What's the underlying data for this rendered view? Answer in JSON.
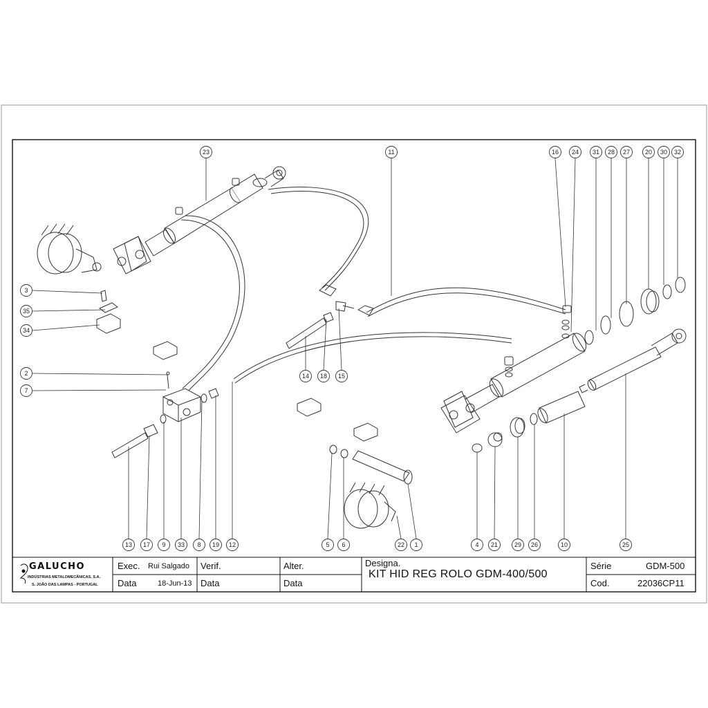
{
  "callouts": [
    {
      "id": "23",
      "label": "23"
    },
    {
      "id": "11",
      "label": "11"
    },
    {
      "id": "16",
      "label": "16"
    },
    {
      "id": "24",
      "label": "24"
    },
    {
      "id": "31",
      "label": "31"
    },
    {
      "id": "28",
      "label": "28"
    },
    {
      "id": "27",
      "label": "27"
    },
    {
      "id": "20",
      "label": "20"
    },
    {
      "id": "30",
      "label": "30"
    },
    {
      "id": "32",
      "label": "32"
    },
    {
      "id": "3",
      "label": "3"
    },
    {
      "id": "35",
      "label": "35"
    },
    {
      "id": "34",
      "label": "34"
    },
    {
      "id": "2",
      "label": "2"
    },
    {
      "id": "7",
      "label": "7"
    },
    {
      "id": "14",
      "label": "14"
    },
    {
      "id": "18",
      "label": "18"
    },
    {
      "id": "15",
      "label": "15"
    },
    {
      "id": "13",
      "label": "13"
    },
    {
      "id": "17",
      "label": "17"
    },
    {
      "id": "9",
      "label": "9"
    },
    {
      "id": "33",
      "label": "33"
    },
    {
      "id": "8",
      "label": "8"
    },
    {
      "id": "19",
      "label": "19"
    },
    {
      "id": "12",
      "label": "12"
    },
    {
      "id": "5",
      "label": "5"
    },
    {
      "id": "6",
      "label": "6"
    },
    {
      "id": "22",
      "label": "22"
    },
    {
      "id": "1",
      "label": "1"
    },
    {
      "id": "4",
      "label": "4"
    },
    {
      "id": "21",
      "label": "21"
    },
    {
      "id": "29",
      "label": "29"
    },
    {
      "id": "26",
      "label": "26"
    },
    {
      "id": "10",
      "label": "10"
    },
    {
      "id": "25",
      "label": "25"
    }
  ],
  "title_block": {
    "company_name": "GALUCHO",
    "company_line1": "INDÚSTRIAS METALOMECÂNICAS, S.A.",
    "company_line2": "S. JOÃO DAS LAMPAS - PORTUGAL",
    "exec_label": "Exec.",
    "exec_value": "Rui Salgado",
    "data_label": "Data",
    "data_value": "18-Jun-13",
    "verif_label": "Verif.",
    "verif_data_label": "Data",
    "alter_label": "Alter.",
    "alter_data_label": "Data",
    "designa_label": "Designa.",
    "title": "KIT HID REG ROLO GDM-400/500",
    "serie_label": "Série",
    "serie_value": "GDM-500",
    "cod_label": "Cod.",
    "cod_value": "22036CP11"
  }
}
